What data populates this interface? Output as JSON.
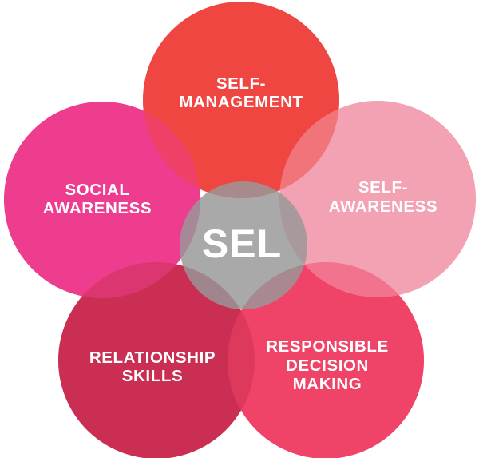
{
  "diagram": {
    "background_color": "#FFFFFF",
    "text_color": "#FFFFFF",
    "center": {
      "label": "SEL",
      "color": "#979797"
    },
    "petals": [
      {
        "name": "self-management",
        "lines": [
          "SELF-",
          "MANAGEMENT"
        ],
        "color": "#EF4642"
      },
      {
        "name": "self-awareness",
        "lines": [
          "SELF-",
          "AWARENESS"
        ],
        "color": "#F3A2B4"
      },
      {
        "name": "responsible-decision-making",
        "lines": [
          "RESPONSIBLE",
          "DECISION",
          "MAKING"
        ],
        "color": "#EF4467"
      },
      {
        "name": "relationship-skills",
        "lines": [
          "RELATIONSHIP",
          "SKILLS"
        ],
        "color": "#CA2F53"
      },
      {
        "name": "social-awareness",
        "lines": [
          "SOCIAL",
          "AWARENESS"
        ],
        "color": "#EE3D8F"
      }
    ]
  }
}
